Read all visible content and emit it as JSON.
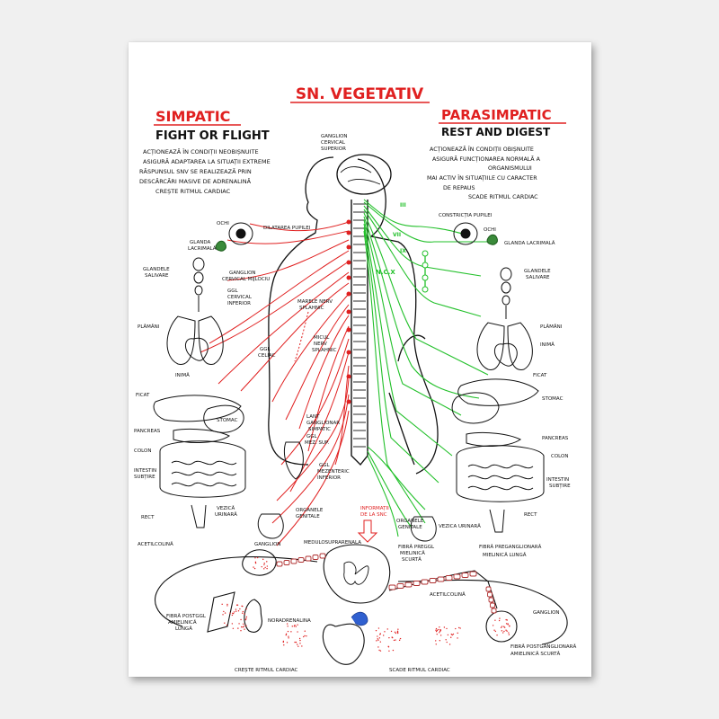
{
  "title": "SN. VEGETATIV",
  "colors": {
    "sympathetic": "#e02020",
    "parasympathetic": "#22c02a",
    "ink": "#111111",
    "background": "#f0f0f0",
    "canvas": "#ffffff",
    "accent": "#3060d0"
  },
  "left": {
    "heading": "SIMPATIC",
    "subheading": "FIGHT OR FLIGHT",
    "desc": [
      "ACȚIONEAZĂ ÎN CONDIȚII NEOBIȘNUITE",
      "ASIGURĂ ADAPTAREA LA SITUAȚII EXTREME",
      "RĂSPUNSUL SNV SE REALIZEAZĂ PRIN",
      "DESCĂRCĂRI MASIVE DE ADRENALINĂ",
      "CREȘTE RITMUL CARDIAC"
    ]
  },
  "right": {
    "heading": "PARASIMPATIC",
    "subheading": "REST AND DIGEST",
    "desc": [
      "ACȚIONEAZĂ ÎN CONDIȚII OBIȘNUITE",
      "ASIGURĂ FUNCȚIONAREA NORMALĂ A",
      "ORGANISMULUI",
      "MAI ACTIV ÎN SITUAȚIILE CU CARACTER",
      "DE REPAUS",
      "SCADE RITMUL CARDIAC"
    ]
  },
  "labels": {
    "ganglion_cervical_superior": [
      "GANGLION",
      "CERVICAL",
      "SUPERIOR"
    ],
    "ochi_left": "OCHI",
    "dilatarea": "DILATAREA PUPILEI",
    "glanda_left": [
      "GLANDA",
      "LACRIMALĂ"
    ],
    "glandele_left": [
      "GLANDELE",
      "SALIVARE"
    ],
    "ganglion_mijlociu": [
      "GANGLION",
      "CERVICAL MIJLOCIU"
    ],
    "ggl_inferior": [
      "GGL",
      "CERVICAL",
      "INFERIOR"
    ],
    "plamani_left": "PLĂMÂNI",
    "marele_nerv": [
      "MARELE NERV",
      "SPLAHNIC"
    ],
    "inima_left": "INIMĂ",
    "ggl_celiac": [
      "GGL",
      "CELIAC"
    ],
    "micul_nerv": [
      "MICUL",
      "NERV",
      "SPLAHNIC"
    ],
    "ficat_left": "FICAT",
    "stomac_left": "STOMAC",
    "pancreas_left": "PANCREAS",
    "colon_left": "COLON",
    "intestin_left": [
      "INTESTIN",
      "SUBȚIRE"
    ],
    "lant": [
      "LANȚ",
      "GANGLIONAR",
      "SIMPATIC"
    ],
    "ggl_mez_sup": [
      "GGL",
      "MEZ. SUP."
    ],
    "ggl_mez_inf": [
      "GGL",
      "MEZENTERIC",
      "INFERIOR"
    ],
    "rect_left": "RECT",
    "vezica_left": [
      "VEZICĂ",
      "URINARĂ"
    ],
    "organele_left": [
      "ORGANELE",
      "GENITALE"
    ],
    "informatii": [
      "INFORMAȚII",
      "DE LA SNC"
    ],
    "organele_right": [
      "ORGANELE",
      "GENITALE"
    ],
    "medulosuprarenala": "MEDULOSUPRARENALA",
    "constrictia": "CONSTRICȚIA PUPILEI",
    "ochi_right": "OCHI",
    "glanda_right": "GLANDA LACRIMALĂ",
    "glandele_right": [
      "GLANDELE",
      "SALIVARE"
    ],
    "plamani_right": "PLĂMÂNI",
    "inima_right": "INIMĂ",
    "ficat_right": "FICAT",
    "stomac_right": "STOMAC",
    "pancreas_right": "PANCREAS",
    "colon_right": "COLON",
    "intestin_right": [
      "INTESTIN",
      "SUBȚIRE"
    ],
    "rect_right": "RECT",
    "vezica_right": "VEZICA URINARĂ",
    "ncx": "N.C.X",
    "nerve_iii": "III",
    "nerve_vii": "VII",
    "nerve_ix": "IX",
    "acetilcolina_left": "ACETILCOLINĂ",
    "ganglion_left": "GANGLION",
    "fibra_preggl": [
      "FIBRĂ PREGGL",
      "MIELINICĂ",
      "SCURTĂ"
    ],
    "fibra_preganglionara": [
      "FIBRĂ PREGANGLIONARĂ",
      "MIELINICĂ LUNGĂ"
    ],
    "fibra_postggl_left": [
      "FIBRĂ POSTGGL",
      "AMIELINICĂ",
      "LUNGĂ"
    ],
    "noradrenalina": "NORADRENALINA",
    "acetilcolina_right": "ACETILCOLINĂ",
    "ganglion_right": "GANGLION",
    "fibra_postganglionara": [
      "FIBRĂ POSTGANGLIONARĂ",
      "AMIELINICĂ SCURTĂ"
    ],
    "creste": "CREȘTE RITMUL CARDIAC",
    "scade": "SCADE RITMUL CARDIAC"
  }
}
